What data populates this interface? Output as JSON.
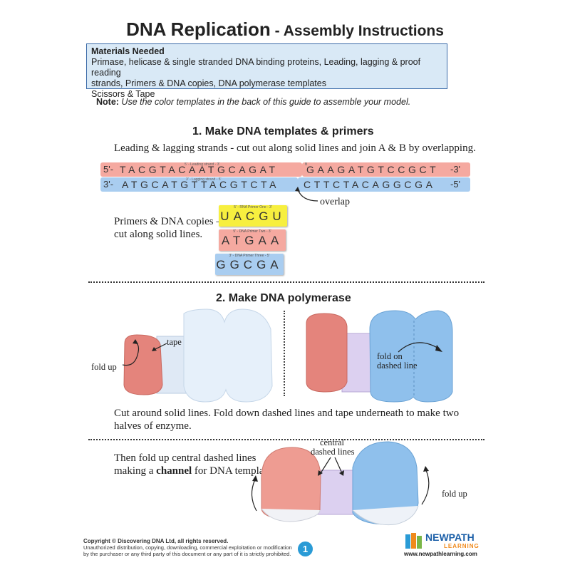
{
  "title": {
    "main": "DNA Replication",
    "sep": " - ",
    "sub": "Assembly Instructions"
  },
  "materials": {
    "heading": "Materials Needed",
    "line1": "Primase, helicase & single stranded DNA binding proteins, Leading, lagging & proof reading",
    "line2": "strands, Primers & DNA copies, DNA polymerase templates",
    "line3": "Scissors & Tape"
  },
  "note": {
    "label": "Note:",
    "text": " Use the color templates in the back of this guide to assemble your model."
  },
  "section1": {
    "heading": "1.  Make DNA templates & primers",
    "instruction": "Leading & lagging strands - cut out along solid lines and join A & B by overlapping.",
    "leading_strand": {
      "left_end": "5'-",
      "right_end": "-3'",
      "part_a": "TACGTACAATGCAGAT",
      "part_b": "GAAGATGTCCGCT",
      "label_a": "5' - Leading strand - 3'",
      "label_b": "B"
    },
    "lagging_strand": {
      "left_end": "3'-",
      "right_end": "-5'",
      "part_a": "ATGCATGTTACGTCTA",
      "part_b": "CTTCTACAGGCGA",
      "label_a": "3' - Lagging strand - 5'"
    },
    "overlap_label": "overlap",
    "primers_text_1": "Primers & DNA copies –",
    "primers_text_2": "cut along solid lines.",
    "primers": [
      {
        "label": "5' - RNA Primer One - 3'",
        "seq": "UACGU",
        "color": "#f7ef3f"
      },
      {
        "label": "5' - DNA Primer Two - 3'",
        "seq": "ATGAA",
        "color": "#f5a9a0"
      },
      {
        "label": "3' - DNA Primer Three - 5'",
        "seq": "GGCGA",
        "color": "#a9cdf0"
      }
    ]
  },
  "section2": {
    "heading": "2.  Make DNA polymerase",
    "fold_up_label": "fold up",
    "tape_label": "tape",
    "fold_on_label_1": "fold on",
    "fold_on_label_2": "dashed line",
    "instruction_1": "Cut around solid lines. Fold down dashed lines and tape underneath to make two",
    "instruction_2": "halves of enzyme.",
    "then_1": "Then fold up central dashed lines",
    "then_2a": "making a ",
    "then_2b": "channel",
    "then_2c": " for DNA template.",
    "central_1": "central",
    "central_2": "dashed lines",
    "fold_up_right": "fold up"
  },
  "footer": {
    "copyright": "Copyright © Discovering DNA Ltd, all rights reserved.",
    "line2": "Unauthorized distribution, copying, downloading, commercial exploitation or modification",
    "line3": "by the purchaser or any third party of this document or any part of it is strictly prohibited.",
    "page": "1",
    "brand_1": "NEWPATH",
    "brand_2": "LEARNING",
    "url": "www.newpathlearning.com"
  },
  "colors": {
    "pink": "#f5a9a0",
    "blue": "#a9cdf0",
    "yellow": "#f7ef3f",
    "accent": "#2a9bd6"
  }
}
